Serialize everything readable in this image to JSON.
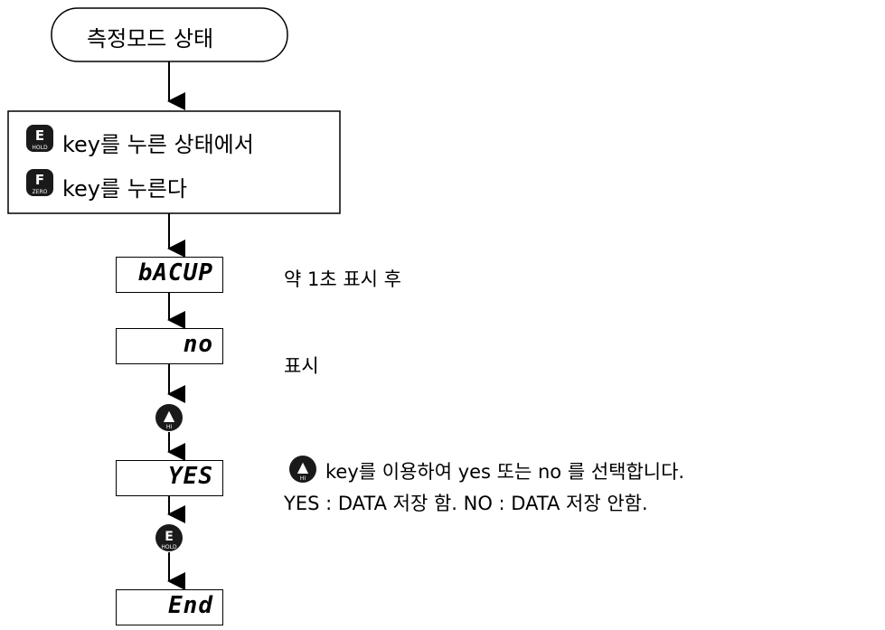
{
  "start": {
    "label": "측정모드 상태"
  },
  "instruction": {
    "line1_key": {
      "letter": "E",
      "sub": "HOLD"
    },
    "line1_text": "key를 누른 상태에서",
    "line2_key": {
      "letter": "F",
      "sub": "ZERO"
    },
    "line2_text": "key를 누른다"
  },
  "displays": [
    {
      "value": "bACUP",
      "note": "약 1초 표시 후"
    },
    {
      "value": "no",
      "note": "표시"
    },
    {
      "value": "YES",
      "note": ""
    },
    {
      "value": "End",
      "note": ""
    }
  ],
  "step_keys": [
    {
      "symbol": "▲",
      "sub": "HI"
    },
    {
      "letter": "E",
      "sub": "HOLD"
    }
  ],
  "explanation": {
    "key_symbol": "▲",
    "key_sub": "HI",
    "line1": "key를 이용하여 yes 또는 no 를 선택합니다.",
    "line2": "YES : DATA 저장 함.   NO : DATA 저장 안함."
  },
  "colors": {
    "stroke": "#000000",
    "key_fill": "#1a1a1a",
    "key_text": "#ffffff"
  }
}
